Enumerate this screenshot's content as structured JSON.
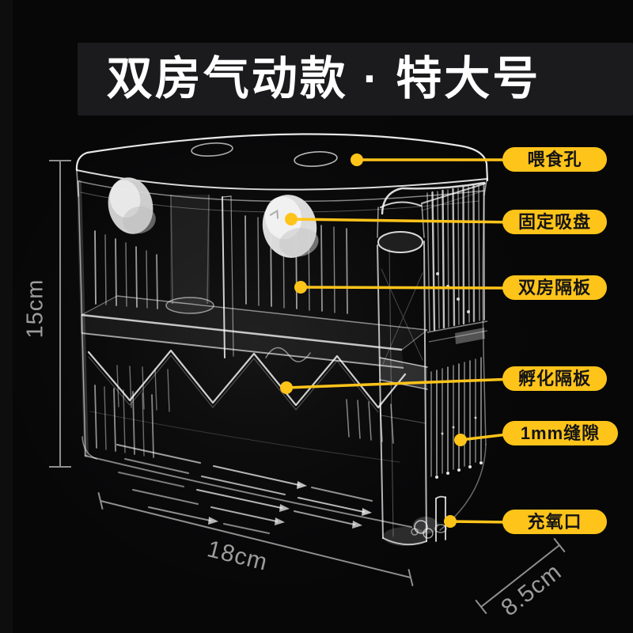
{
  "title": {
    "text": "双房气动款 · 特大号"
  },
  "callouts": [
    {
      "text": "喂食孔"
    },
    {
      "text": "固定吸盘"
    },
    {
      "text": "双房隔板"
    },
    {
      "text": "孵化隔板"
    },
    {
      "text": "1mm缝隙"
    },
    {
      "text": "充氧口"
    }
  ],
  "dimensions": {
    "height": "15cm",
    "width": "18cm",
    "depth": "8.5cm"
  },
  "colors": {
    "accent_yellow": "#FFC41A",
    "background": "#070708",
    "title_bar_bg": "#1B1B1D",
    "dimension_gray": "#9C9C9C"
  }
}
